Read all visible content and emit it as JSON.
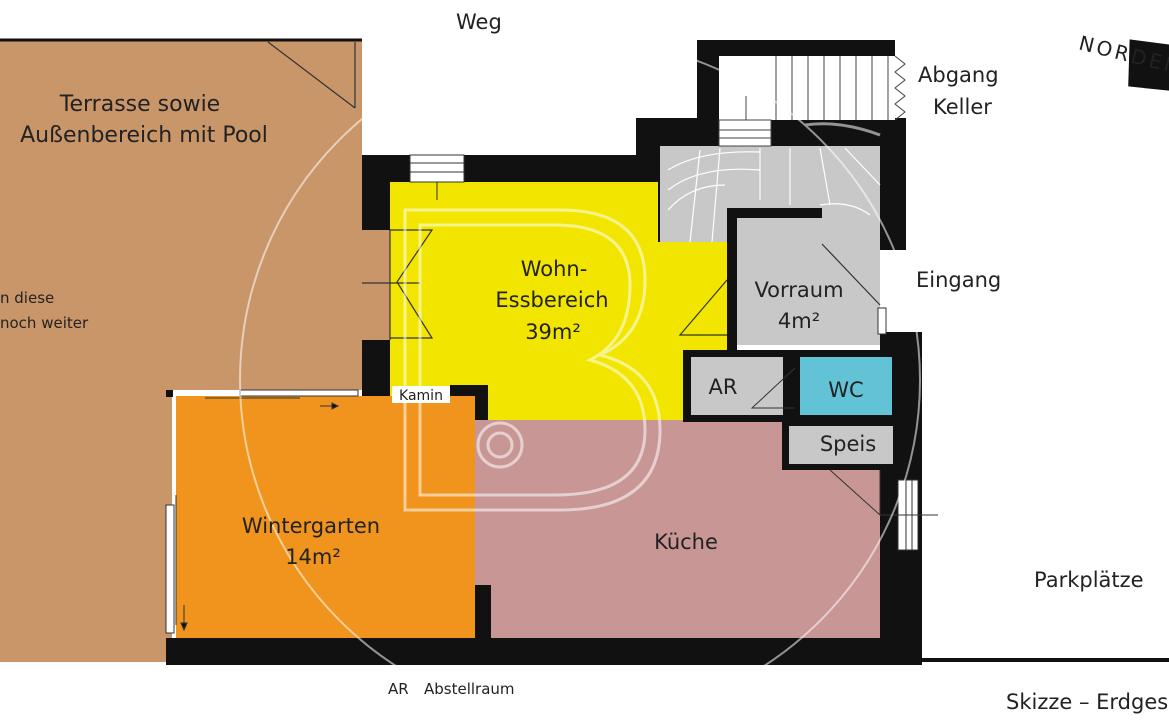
{
  "plan": {
    "labels": {
      "path": "Weg",
      "basement_stair_line1": "Abgang",
      "basement_stair_line2": "Keller",
      "entrance": "Eingang",
      "parking": "Parkplätze",
      "terrace_line1": "Terrasse sowie",
      "terrace_line2": "Außenbereich mit Pool",
      "terrace_note_line1": "n diese",
      "terrace_note_line2": "noch weiter",
      "living_line1": "Wohn-",
      "living_line2": "Essbereich",
      "living_area": "39m²",
      "foyer": "Vorraum",
      "foyer_area": "4m²",
      "storage_short": "AR",
      "wc": "WC",
      "pantry": "Speis",
      "fireplace": "Kamin",
      "winter_garden": "Wintergarten",
      "winter_garden_area": "14m²",
      "kitchen": "Küche",
      "legend_key": "AR",
      "legend_value": "Abstellraum",
      "caption": "Skizze – Erdgeschoss",
      "north_text": "NORDEN"
    },
    "colors": {
      "terrace": "#c9966a",
      "living": "#f2e600",
      "winter_garden": "#f0941e",
      "kitchen": "#c99696",
      "foyer": "#c8c8c8",
      "wc": "#62c2d6",
      "wall": "#111111"
    }
  }
}
